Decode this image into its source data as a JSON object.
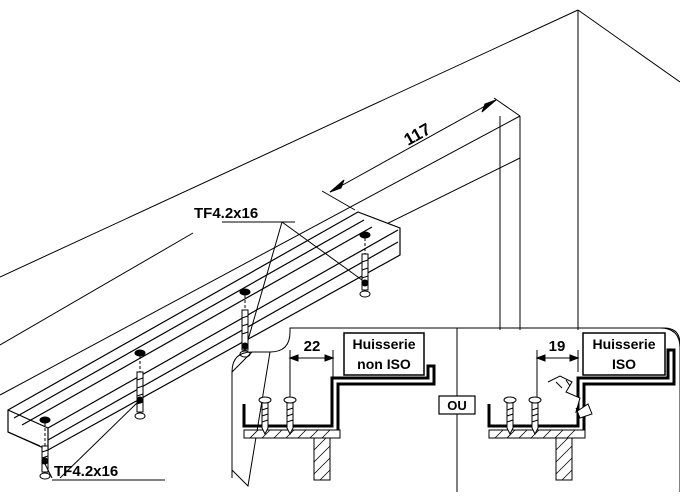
{
  "dimensions": {
    "length": "117",
    "non_iso_gap": "22",
    "iso_gap": "19"
  },
  "labels": {
    "screw_top": "TF4.2x16",
    "screw_bottom": "TF4.2x16",
    "separator": "OU",
    "frame_non_iso_line1": "Huisserie",
    "frame_non_iso_line2": "non ISO",
    "frame_iso_line1": "Huisserie",
    "frame_iso_line2": "ISO"
  }
}
